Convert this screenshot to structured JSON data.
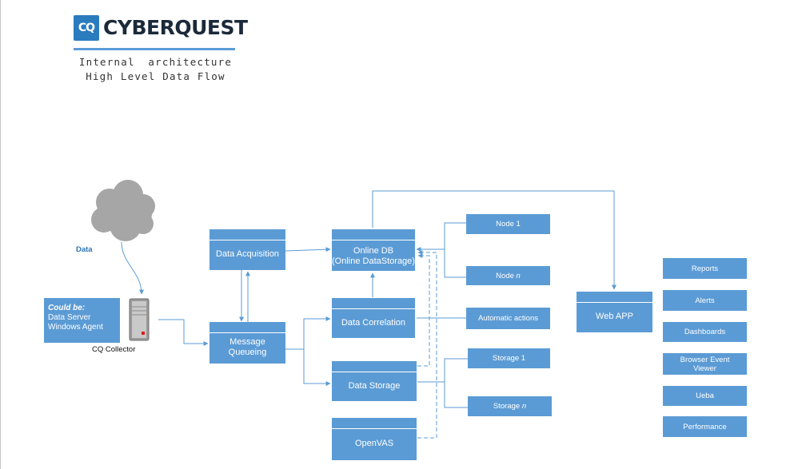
{
  "logo": {
    "mark": "CQ",
    "name": "CYBERQUEST"
  },
  "subtitle": {
    "line1": "Internal architecture",
    "line2": "High Level Data Flow"
  },
  "cloud": {
    "label": "Data"
  },
  "collector": {
    "label": "CQ Collector"
  },
  "note": {
    "title": "Could be:",
    "line2": "Data Server",
    "line3": "Windows Agent"
  },
  "boxes": {
    "data_acquisition": "Data Acquisition",
    "message_queueing": "Message Queueing",
    "online_db_line1": "Online DB",
    "online_db_line2": "(Online DataStorage)",
    "data_correlation": "Data Correlation",
    "data_storage": "Data Storage",
    "openvas": "OpenVAS",
    "web_app": "Web APP"
  },
  "nodes": {
    "node1": "Node 1",
    "noden_prefix": "Node ",
    "noden_n": "n"
  },
  "automatic_actions": "Automatic actions",
  "storage": {
    "s1": "Storage 1",
    "sn_prefix": "Storage ",
    "sn_n": "n"
  },
  "web_features": [
    "Reports",
    "Alerts",
    "Dashboards",
    "Browser Event Viewer",
    "Ueba",
    "Performance"
  ],
  "colors": {
    "box": "#5b9bd5",
    "line": "#5b9bd5",
    "cloud": "#a6a6a6",
    "logo": "#2b7bbf"
  }
}
